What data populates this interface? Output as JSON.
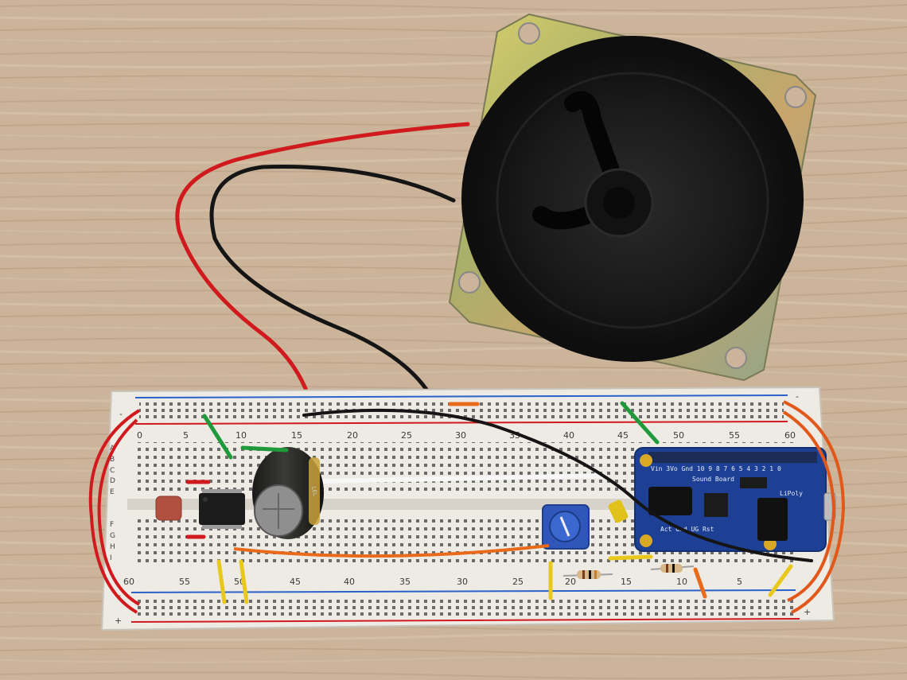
{
  "scene": {
    "description": "",
    "wire_colors": {
      "red": "#d01a1e",
      "black": "#151515",
      "green": "#1f9a3a",
      "yellow": "#e8c81a",
      "orange": "#e86a1a"
    },
    "wood_color": "#cbb49a",
    "breadboard_color": "#eeeae4",
    "board_color": "#1d3f94"
  },
  "breadboard": {
    "top_column_numbers": [
      "0",
      "5",
      "10",
      "15",
      "20",
      "25",
      "30",
      "35",
      "40",
      "45",
      "50",
      "55",
      "60"
    ],
    "bottom_column_numbers": [
      "60",
      "55",
      "50",
      "45",
      "40",
      "35",
      "30",
      "25",
      "20",
      "15",
      "10",
      "5"
    ],
    "top_rows": [
      "A",
      "B",
      "C",
      "D",
      "E"
    ],
    "bottom_rows": [
      "F",
      "G",
      "H",
      "I"
    ],
    "rail_minus": "-",
    "rail_plus": "+"
  },
  "sound_board": {
    "title": "Sound Board",
    "pins_top": "Vin 3Vo Gnd 10 9 8 7 6 5 4 3 2 1 0",
    "pins_bottom": "Act Gnd UG Rst",
    "lipoly": "LiPoly"
  },
  "capacitor": {
    "marking": "LEL"
  }
}
